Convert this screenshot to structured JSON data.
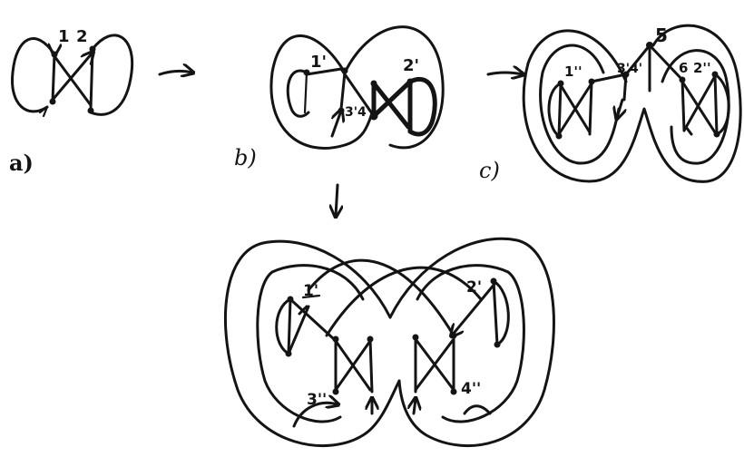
{
  "panels": [
    {
      "letter": "a)",
      "nodes": [
        "1",
        "2"
      ]
    },
    {
      "letter": "b)",
      "nodes": [
        "1'",
        "2'",
        "3'4'"
      ]
    },
    {
      "letter": "c)",
      "nodes": [
        "1''",
        "3'4'",
        "5",
        "6",
        "2''"
      ]
    },
    {
      "letter": "",
      "nodes": [
        "1'",
        "2'",
        "3''",
        "4''"
      ]
    }
  ],
  "arrows": [
    "a-to-b",
    "b-to-c",
    "b-to-d"
  ]
}
